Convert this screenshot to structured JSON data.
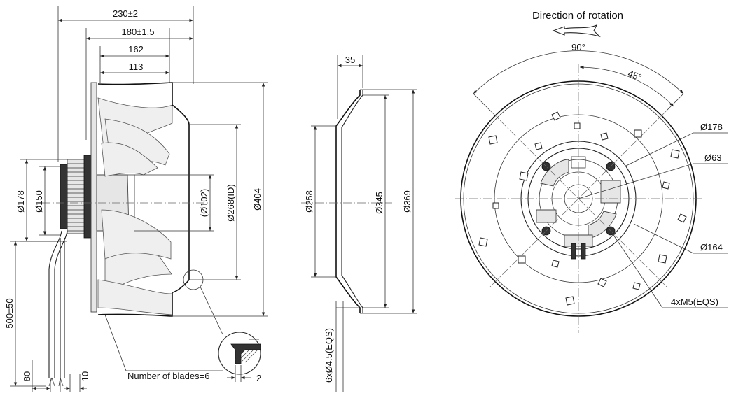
{
  "side_view": {
    "dim_overall_length": "230±2",
    "dim_length_2": "180±1.5",
    "dim_length_3": "162",
    "dim_length_4": "113",
    "dim_dia_178": "Ø178",
    "dim_dia_150": "Ø150",
    "dim_dia_102": "(Ø102)",
    "dim_dia_268": "Ø268(ID)",
    "dim_dia_404": "Ø404",
    "dim_cable_length": "500±50",
    "dim_80": "80",
    "dim_10": "10",
    "dim_2": "2",
    "blades_label": "Number of blades=6"
  },
  "inlet_ring_view": {
    "dim_35": "35",
    "dim_dia_258": "Ø258",
    "dim_dia_345": "Ø345",
    "dim_dia_369": "Ø369",
    "dim_holes": "6xØ4.5(EQS)"
  },
  "front_view": {
    "title": "Direction of rotation",
    "angle_90": "90°",
    "angle_45": "45°",
    "dim_dia_178": "Ø178",
    "dim_dia_63": "Ø63",
    "dim_dia_164": "Ø164",
    "dim_screws": "4xM5(EQS)"
  }
}
